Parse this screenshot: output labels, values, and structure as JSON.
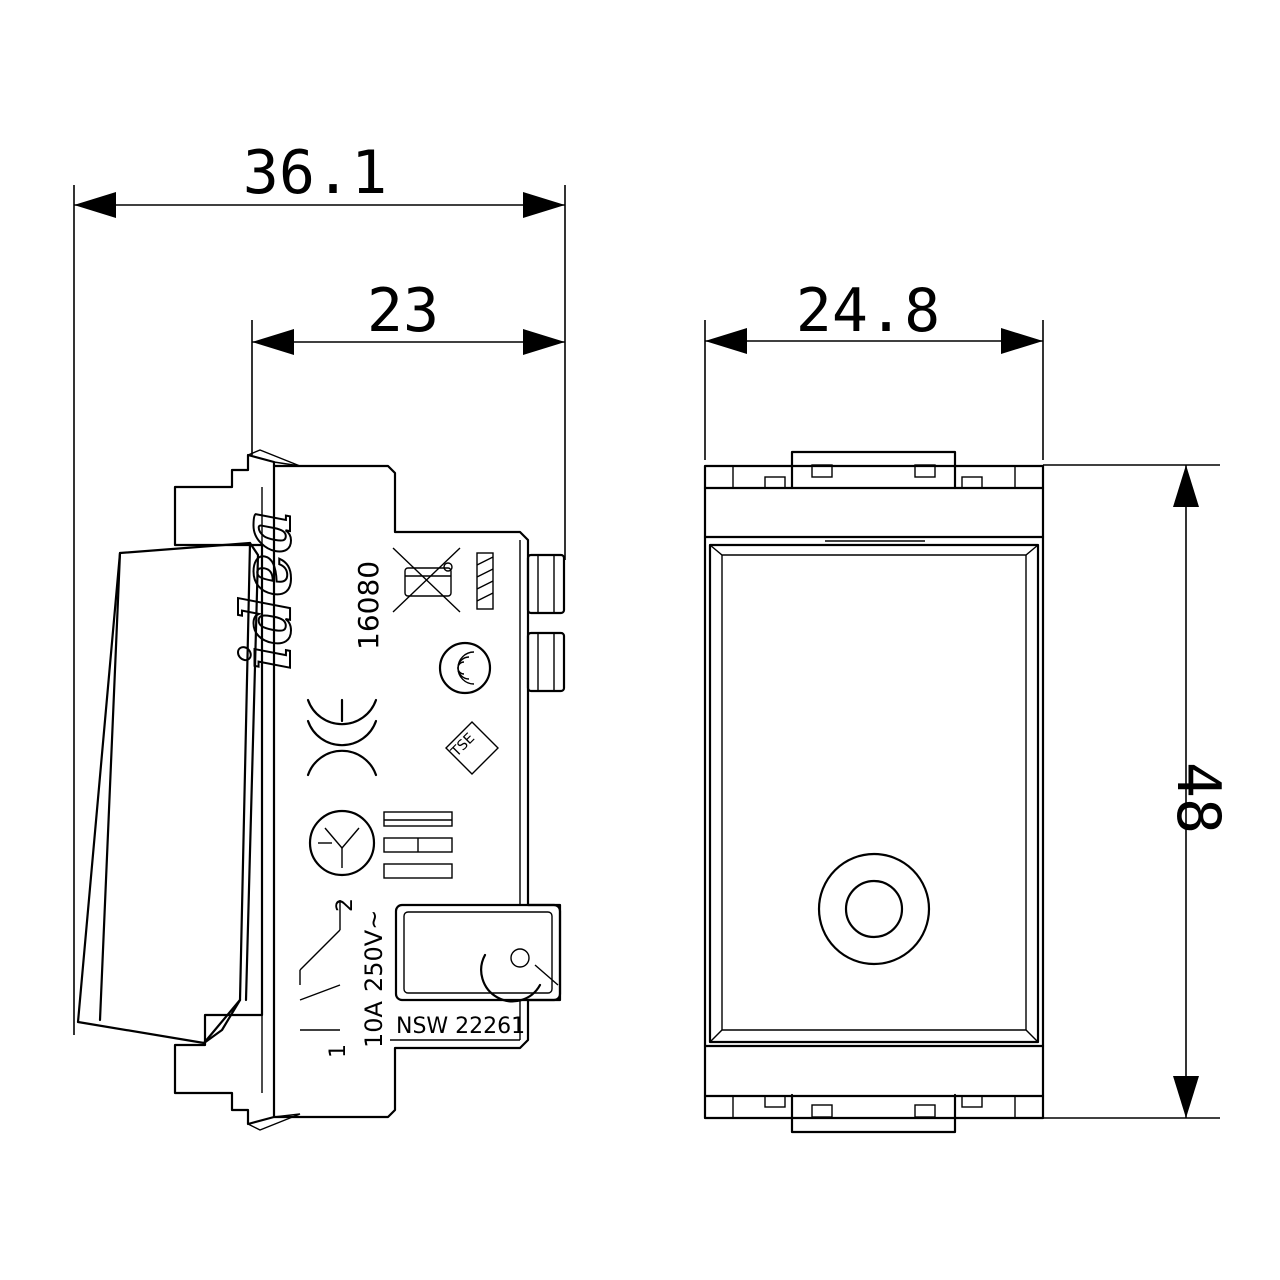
{
  "dimensions": {
    "overall_depth": "36.1",
    "rear_depth": "23",
    "width": "24.8",
    "height": "48"
  },
  "side_markings": {
    "brand": "idea",
    "code": "16080",
    "rating_current": "10A",
    "rating_voltage": "250V~",
    "terminal_1": "1",
    "terminal_2": "2",
    "approval_code": "NSW 22261",
    "tse_mark": "TSE"
  },
  "colors": {
    "line": "#000000",
    "background": "#ffffff"
  },
  "icons": [
    "ce-mark",
    "eac-mark",
    "tse-mark",
    "ccc-mark",
    "weee-crossed-bin-icon",
    "imq-mark",
    "switch-symbol-icon"
  ]
}
